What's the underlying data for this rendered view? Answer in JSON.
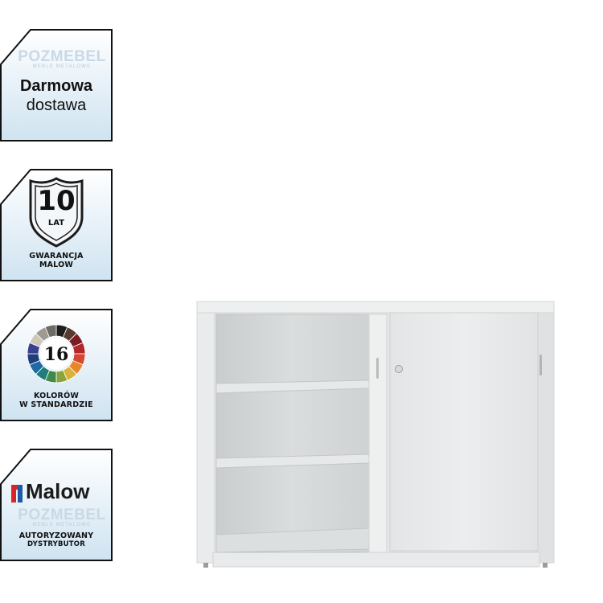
{
  "badges": [
    {
      "id": "free-delivery",
      "watermark": "POZMEBEL",
      "watermark_sub": "MEBLE METALOWE",
      "line1": "Darmowa",
      "line2": "dostawa"
    },
    {
      "id": "warranty",
      "shield_number": "10",
      "shield_unit": "LAT",
      "line1": "GWARANCJA",
      "line2": "MALOW"
    },
    {
      "id": "colors",
      "count": "16",
      "line1": "KOLORÓW",
      "line2": "W STANDARDZIE",
      "palette": [
        "#1d1d1b",
        "#5a3a2e",
        "#7b1e22",
        "#b3262b",
        "#d6472f",
        "#e8862a",
        "#d9b23c",
        "#8aa33a",
        "#3f8a4a",
        "#1f7d7a",
        "#1f6aa5",
        "#1f3f7a",
        "#3b3f8f",
        "#cfc8b8",
        "#9e9a92",
        "#6e6b66"
      ]
    },
    {
      "id": "distributor",
      "brand": "Malow",
      "watermark": "POZMEBEL",
      "watermark_sub": "MEBLE METALOWE",
      "line1": "AUTORYZOWANY",
      "line2": "DYSTRYBUTOR",
      "brand_colors": [
        "#d6262c",
        "#1f5aa6"
      ]
    }
  ],
  "product": {
    "body_color": "#e6e8e9",
    "interior_color": "#d7dadb",
    "shelves": 2,
    "open_door": "left"
  }
}
